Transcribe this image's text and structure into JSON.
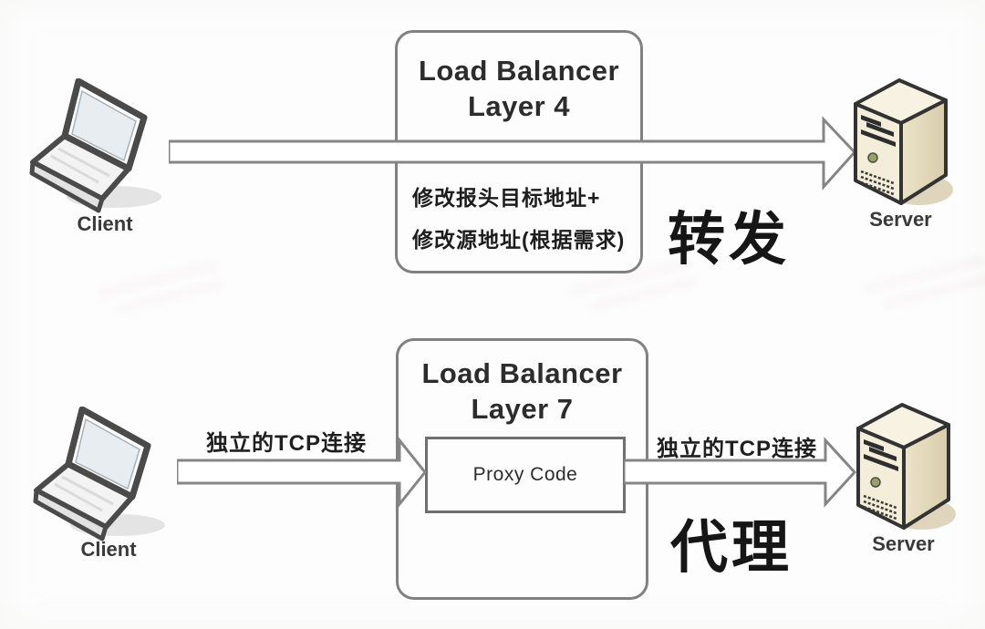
{
  "top": {
    "title_line1": "Load Balancer",
    "title_line2": "Layer 4",
    "note_line1": "修改报头目标地址+",
    "note_line2": "修改源地址(根据需求)",
    "mode": "转发",
    "client_label": "Client",
    "server_label": "Server"
  },
  "bottom": {
    "title_line1": "Load Balancer",
    "title_line2": "Layer 7",
    "proxy_label": "Proxy Code",
    "tcp_left_label": "独立的TCP连接",
    "tcp_right_label": "独立的TCP连接",
    "mode": "代理",
    "client_label": "Client",
    "server_label": "Server"
  },
  "colors": {
    "background": "#fdfdfd",
    "line": "#828282",
    "text": "#1d1d1d",
    "server_front": "#f3edd9",
    "server_side": "#e0d6b8",
    "server_top": "#f7f2e2",
    "laptop_screen": "#e8edf1",
    "shadow": "#ded5bc"
  }
}
